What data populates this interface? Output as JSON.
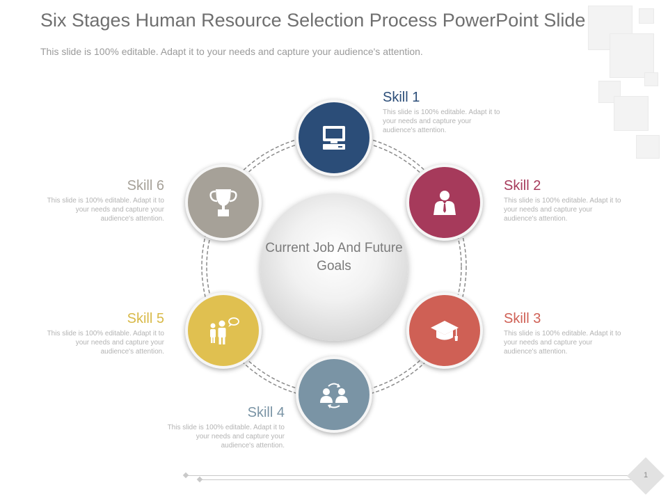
{
  "slide": {
    "title": "Six Stages Human Resource Selection Process PowerPoint Slide",
    "subtitle": "This slide is 100% editable. Adapt it to your needs and capture your audience's attention.",
    "page_number": "1"
  },
  "center": {
    "text": "Current Job And Future Goals"
  },
  "skills": [
    {
      "title": "Skill 1",
      "description": "This slide is 100% editable. Adapt it to your needs and capture your audience's attention.",
      "color": "#2b4d78",
      "icon": "computer-icon"
    },
    {
      "title": "Skill 2",
      "description": "This slide is 100% editable. Adapt it to your needs and capture your audience's attention.",
      "color": "#a63a5b",
      "icon": "businessman-icon"
    },
    {
      "title": "Skill 3",
      "description": "This slide is 100% editable. Adapt it to your needs and capture your audience's attention.",
      "color": "#cf6055",
      "icon": "graduation-cap-icon"
    },
    {
      "title": "Skill 4",
      "description": "This slide is 100% editable. Adapt it to your needs and capture your audience's attention.",
      "color": "#7a94a5",
      "icon": "people-exchange-icon"
    },
    {
      "title": "Skill 5",
      "description": "This slide is 100% editable. Adapt it to your needs and capture your audience's attention.",
      "color": "#e0c050",
      "icon": "team-chat-icon"
    },
    {
      "title": "Skill 6",
      "description": "This slide is 100% editable. Adapt it to your needs and capture your audience's attention.",
      "color": "#a6a198",
      "icon": "trophy-icon"
    }
  ]
}
